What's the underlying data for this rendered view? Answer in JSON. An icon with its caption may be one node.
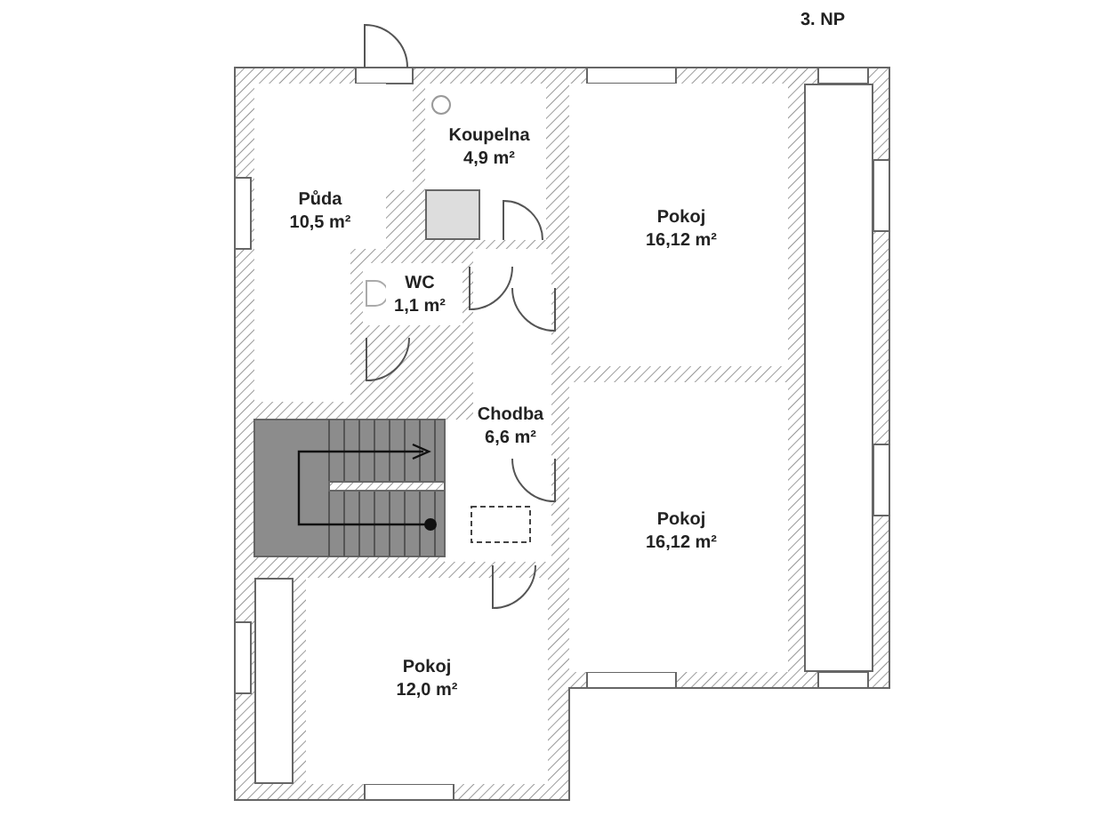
{
  "diagram": {
    "title": "3. NP",
    "nodes": [
      {
        "text": [
          "Půda",
          "10,5 m²"
        ]
      },
      {
        "text": [
          "Koupelna",
          "4,9 m²"
        ]
      },
      {
        "text": [
          "WC",
          "1,1 m²"
        ]
      },
      {
        "text": [
          "Pokoj",
          "16,12 m²"
        ]
      },
      {
        "text": [
          "Chodba",
          "6,6 m²"
        ]
      },
      {
        "text": [
          "Pokoj",
          "16,12 m²"
        ]
      },
      {
        "text": [
          "Pokoj",
          "12,0 m²"
        ]
      },
      {
        "text": [],
        "shape": "box"
      },
      {
        "text": [],
        "shape": "box"
      }
    ],
    "edges": []
  }
}
